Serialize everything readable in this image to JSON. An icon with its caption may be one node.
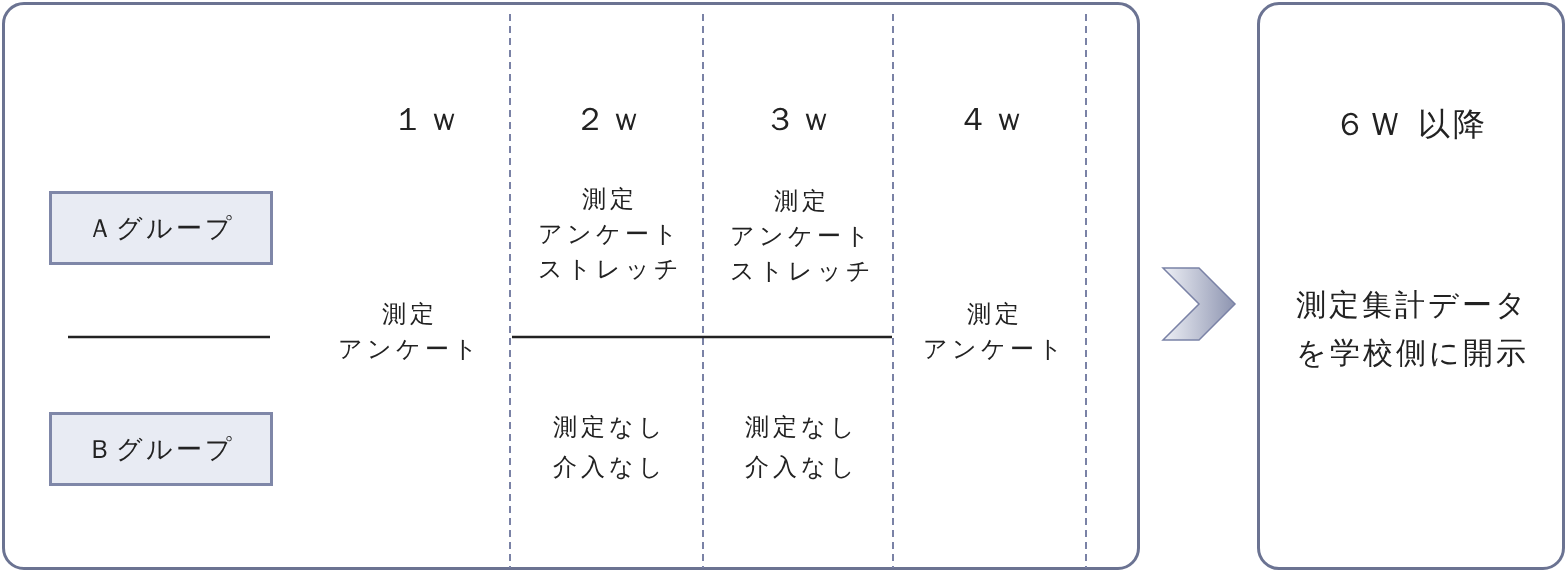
{
  "diagram": {
    "nodes": [
      {
        "text": [],
        "shape": "box"
      },
      {
        "text": [
          "Ａグループ"
        ],
        "in": 0
      },
      {
        "text": [
          "Ｂグループ"
        ],
        "in": 0
      },
      {
        "text": [
          "６Ｗ 以降",
          "測定集計データを学校側に開示"
        ]
      }
    ],
    "edges": [
      {
        "from": 0,
        "to": 3,
        "arrow": "to"
      }
    ],
    "labels": [
      "１ｗ",
      "２ｗ",
      "３ｗ",
      "４ｗ",
      "測定",
      "アンケート",
      "ストレッチ",
      "測定",
      "アンケート",
      "ストレッチ",
      "測定",
      "アンケート",
      "測定",
      "アンケート",
      "測定なし",
      "介入なし",
      "測定なし",
      "介入なし"
    ]
  }
}
